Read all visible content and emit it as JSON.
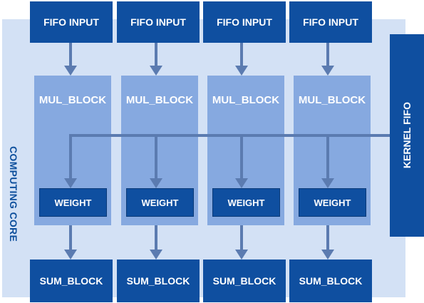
{
  "diagram": {
    "core_label": "COMPUTING CORE",
    "kernel_fifo_label": "KERNEL FIFO",
    "columns": [
      {
        "fifo_input": "FIFO INPUT",
        "mul_block": "MUL_BLOCK",
        "weight": "WEIGHT",
        "sum_block": "SUM_BLOCK"
      },
      {
        "fifo_input": "FIFO INPUT",
        "mul_block": "MUL_BLOCK",
        "weight": "WEIGHT",
        "sum_block": "SUM_BLOCK"
      },
      {
        "fifo_input": "FIFO INPUT",
        "mul_block": "MUL_BLOCK",
        "weight": "WEIGHT",
        "sum_block": "SUM_BLOCK"
      },
      {
        "fifo_input": "FIFO INPUT",
        "mul_block": "MUL_BLOCK",
        "weight": "WEIGHT",
        "sum_block": "SUM_BLOCK"
      }
    ],
    "colors": {
      "core_background": "#d3e1f5",
      "dark_block": "#0f4fa0",
      "mul_block": "#86a9e0",
      "arrow": "#5b7bb0",
      "core_label_text": "#0d4f9c"
    }
  }
}
